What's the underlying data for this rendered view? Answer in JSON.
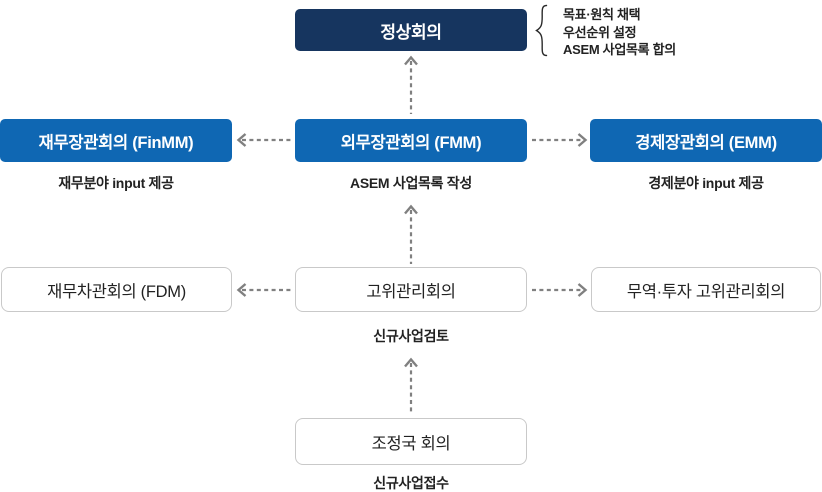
{
  "colors": {
    "navy": "#16355f",
    "blue": "#0f67b3",
    "box_border": "#c9c9c9",
    "arrow_gray": "#808080",
    "text_dark": "#222222",
    "text_white": "#ffffff"
  },
  "summit": {
    "label": "정상회의",
    "notes": [
      "목표·원칙 채택",
      "우선순위 설정",
      "ASEM 사업목록 합의"
    ]
  },
  "ministerial_row": {
    "left": {
      "label": "재무장관회의 (FinMM)",
      "caption": "재무분야 input 제공"
    },
    "center": {
      "label": "외무장관회의 (FMM)",
      "caption": "ASEM 사업목록 작성"
    },
    "right": {
      "label": "경제장관회의 (EMM)",
      "caption": "경제분야 input 제공"
    }
  },
  "senior_row": {
    "left": {
      "label": "재무차관회의 (FDM)"
    },
    "center": {
      "label": "고위관리회의",
      "caption": "신규사업검토"
    },
    "right": {
      "label": "무역·투자 고위관리회의"
    }
  },
  "coordinator": {
    "label": "조정국 회의",
    "caption": "신규사업접수"
  }
}
